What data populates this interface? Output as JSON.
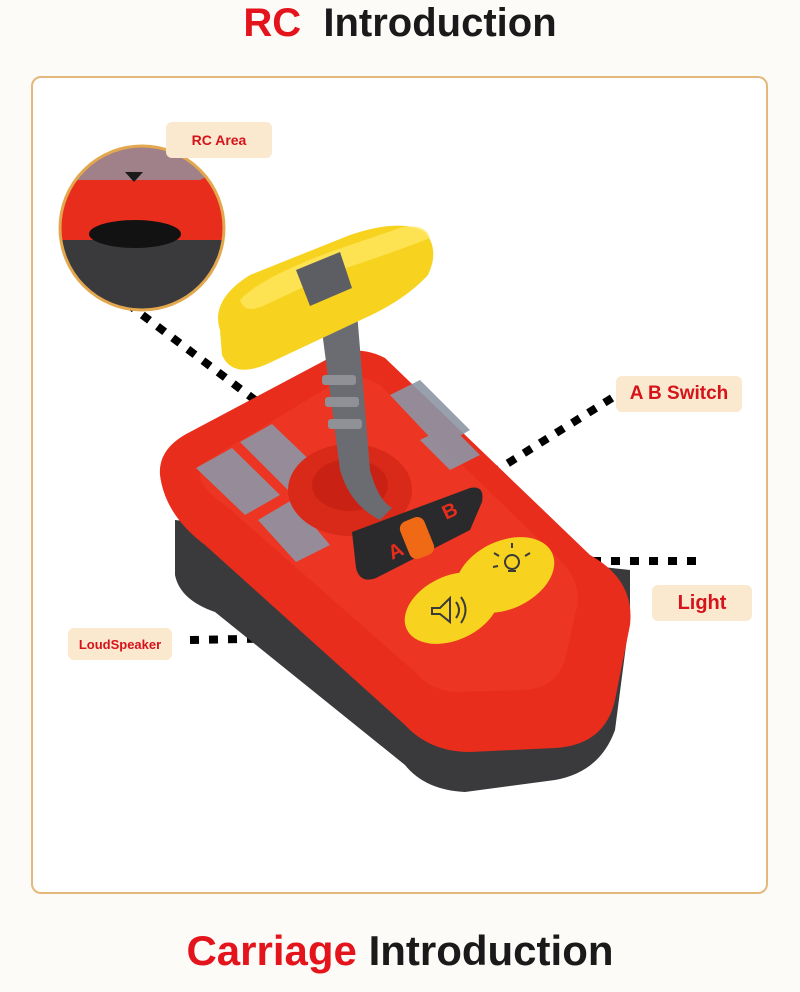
{
  "headings": {
    "top": {
      "accent": "RC",
      "rest": "Introduction"
    },
    "bottom": {
      "accent": "Carriage",
      "rest": "Introduction"
    }
  },
  "callouts": {
    "rc_area": "RC Area",
    "ab_switch": "A B Switch",
    "light": "Light",
    "loudspeaker": "LoudSpeaker"
  },
  "switch_letters": {
    "a": "A",
    "b": "B"
  },
  "colors": {
    "accent_red": "#e3141c",
    "label_bg": "#fbe9cf",
    "frame_border": "#e4b77a",
    "body_red": "#e82d1c",
    "knob_yellow": "#f7d320",
    "base_dark": "#3a3a3d"
  },
  "icons": [
    "loudspeaker-icon",
    "light-bulb-icon"
  ]
}
